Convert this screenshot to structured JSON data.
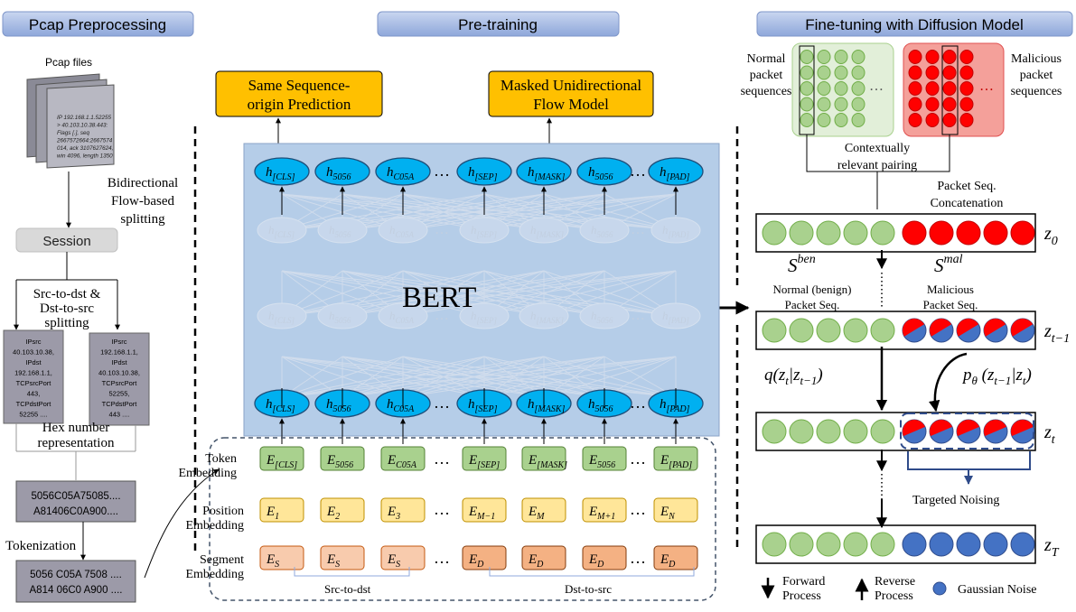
{
  "sections": {
    "preprocessing": "Pcap Preprocessing",
    "pretraining": "Pre-training",
    "finetuning": "Fine-tuning with Diffusion Model"
  },
  "prep": {
    "pcap_files": "Pcap files",
    "pcap_text": [
      "IP 192.168.1.1.52255",
      "> 40.103.10.38.443:",
      "Flags [.], seq",
      "2667572664:2667574",
      "014, ack 3107627624,",
      "win 4096, length 1350"
    ],
    "bidir": [
      "Bidirectional",
      "Flow-based",
      "splitting"
    ],
    "session": "Session",
    "split": [
      "Src-to-dst &",
      "Dst-to-src",
      "splitting"
    ],
    "ip_left": [
      "IPsrc",
      "40.103.10.38,",
      "IPdst",
      "192.168.1.1,",
      "TCPsrcPort",
      "443,",
      "TCPdstPort",
      "52255 ...."
    ],
    "ip_right": [
      "IPsrc",
      "192.168.1.1,",
      "IPdst",
      "40.103.10.38,",
      "TCPsrcPort",
      "52255,",
      "TCPdstPort",
      "443 ...."
    ],
    "hex_label": [
      "Hex number",
      "representation"
    ],
    "hex": [
      "5056C05A75085....",
      "A81406C0A900...."
    ],
    "tokenization": "Tokenization",
    "tokens": [
      "5056 C05A 7508 ....",
      "A814 06C0 A900 ...."
    ]
  },
  "pre": {
    "task1": [
      "Same Sequence-",
      "origin Prediction"
    ],
    "task2": [
      "Masked Unidirectional",
      "Flow Model"
    ],
    "bert": "BERT",
    "h_sub": [
      "[CLS]",
      "5056",
      "C05A",
      "[SEP]",
      "[MASK]",
      "5056",
      "[PAD]"
    ],
    "dots": "…",
    "emb_labels": {
      "token": [
        "Token",
        "Embedding"
      ],
      "position": [
        "Position",
        "Embedding"
      ],
      "segment": [
        "Segment",
        "Embedding"
      ]
    },
    "token_sub": [
      "[CLS]",
      "5056",
      "C05A",
      "[SEP]",
      "[MASK]",
      "5056",
      "[PAD]"
    ],
    "pos_sub": [
      "1",
      "2",
      "3",
      "M−1",
      "M",
      "M+1",
      "N"
    ],
    "seg_sub": [
      "S",
      "S",
      "S",
      "D",
      "D",
      "D",
      "D"
    ],
    "src_to_dst": "Src-to-dst",
    "dst_to_src": "Dst-to-src"
  },
  "fine": {
    "normal_seq": [
      "Normal",
      "packet",
      "sequences"
    ],
    "mal_seq": [
      "Malicious",
      "packet",
      "sequences"
    ],
    "pairing": [
      "Contextually",
      "relevant pairing"
    ],
    "concat": [
      "Packet Seq.",
      "Concatenation"
    ],
    "s_ben": "ben",
    "s_mal": "mal",
    "normal_benign": [
      "Normal (benign)",
      "Packet Seq."
    ],
    "mal_packet": [
      "Malicious",
      "Packet Seq."
    ],
    "z_labels": [
      "0",
      "t−1",
      "t",
      "T"
    ],
    "q_label": "q(z",
    "q_sub": [
      "t",
      "t−1"
    ],
    "p_label": "p",
    "p_sub": [
      "θ",
      "t−1",
      "t"
    ],
    "targeted": "Targeted Noising",
    "legend": {
      "forward": [
        "Forward",
        "Process"
      ],
      "reverse": [
        "Reverse",
        "Process"
      ],
      "gaussian": "Gaussian Noise"
    }
  },
  "colors": {
    "header": "#a9bde6",
    "bert_bg": "#b5cde8",
    "h_node": "#00b0f0",
    "green": "#a9d18e",
    "red": "#ff0000",
    "blue": "#4472c4",
    "orange_task": "#ffc000",
    "pos_emb": "#ffe699",
    "seg_light": "#f8cbad",
    "seg_dark": "#f4b183"
  }
}
